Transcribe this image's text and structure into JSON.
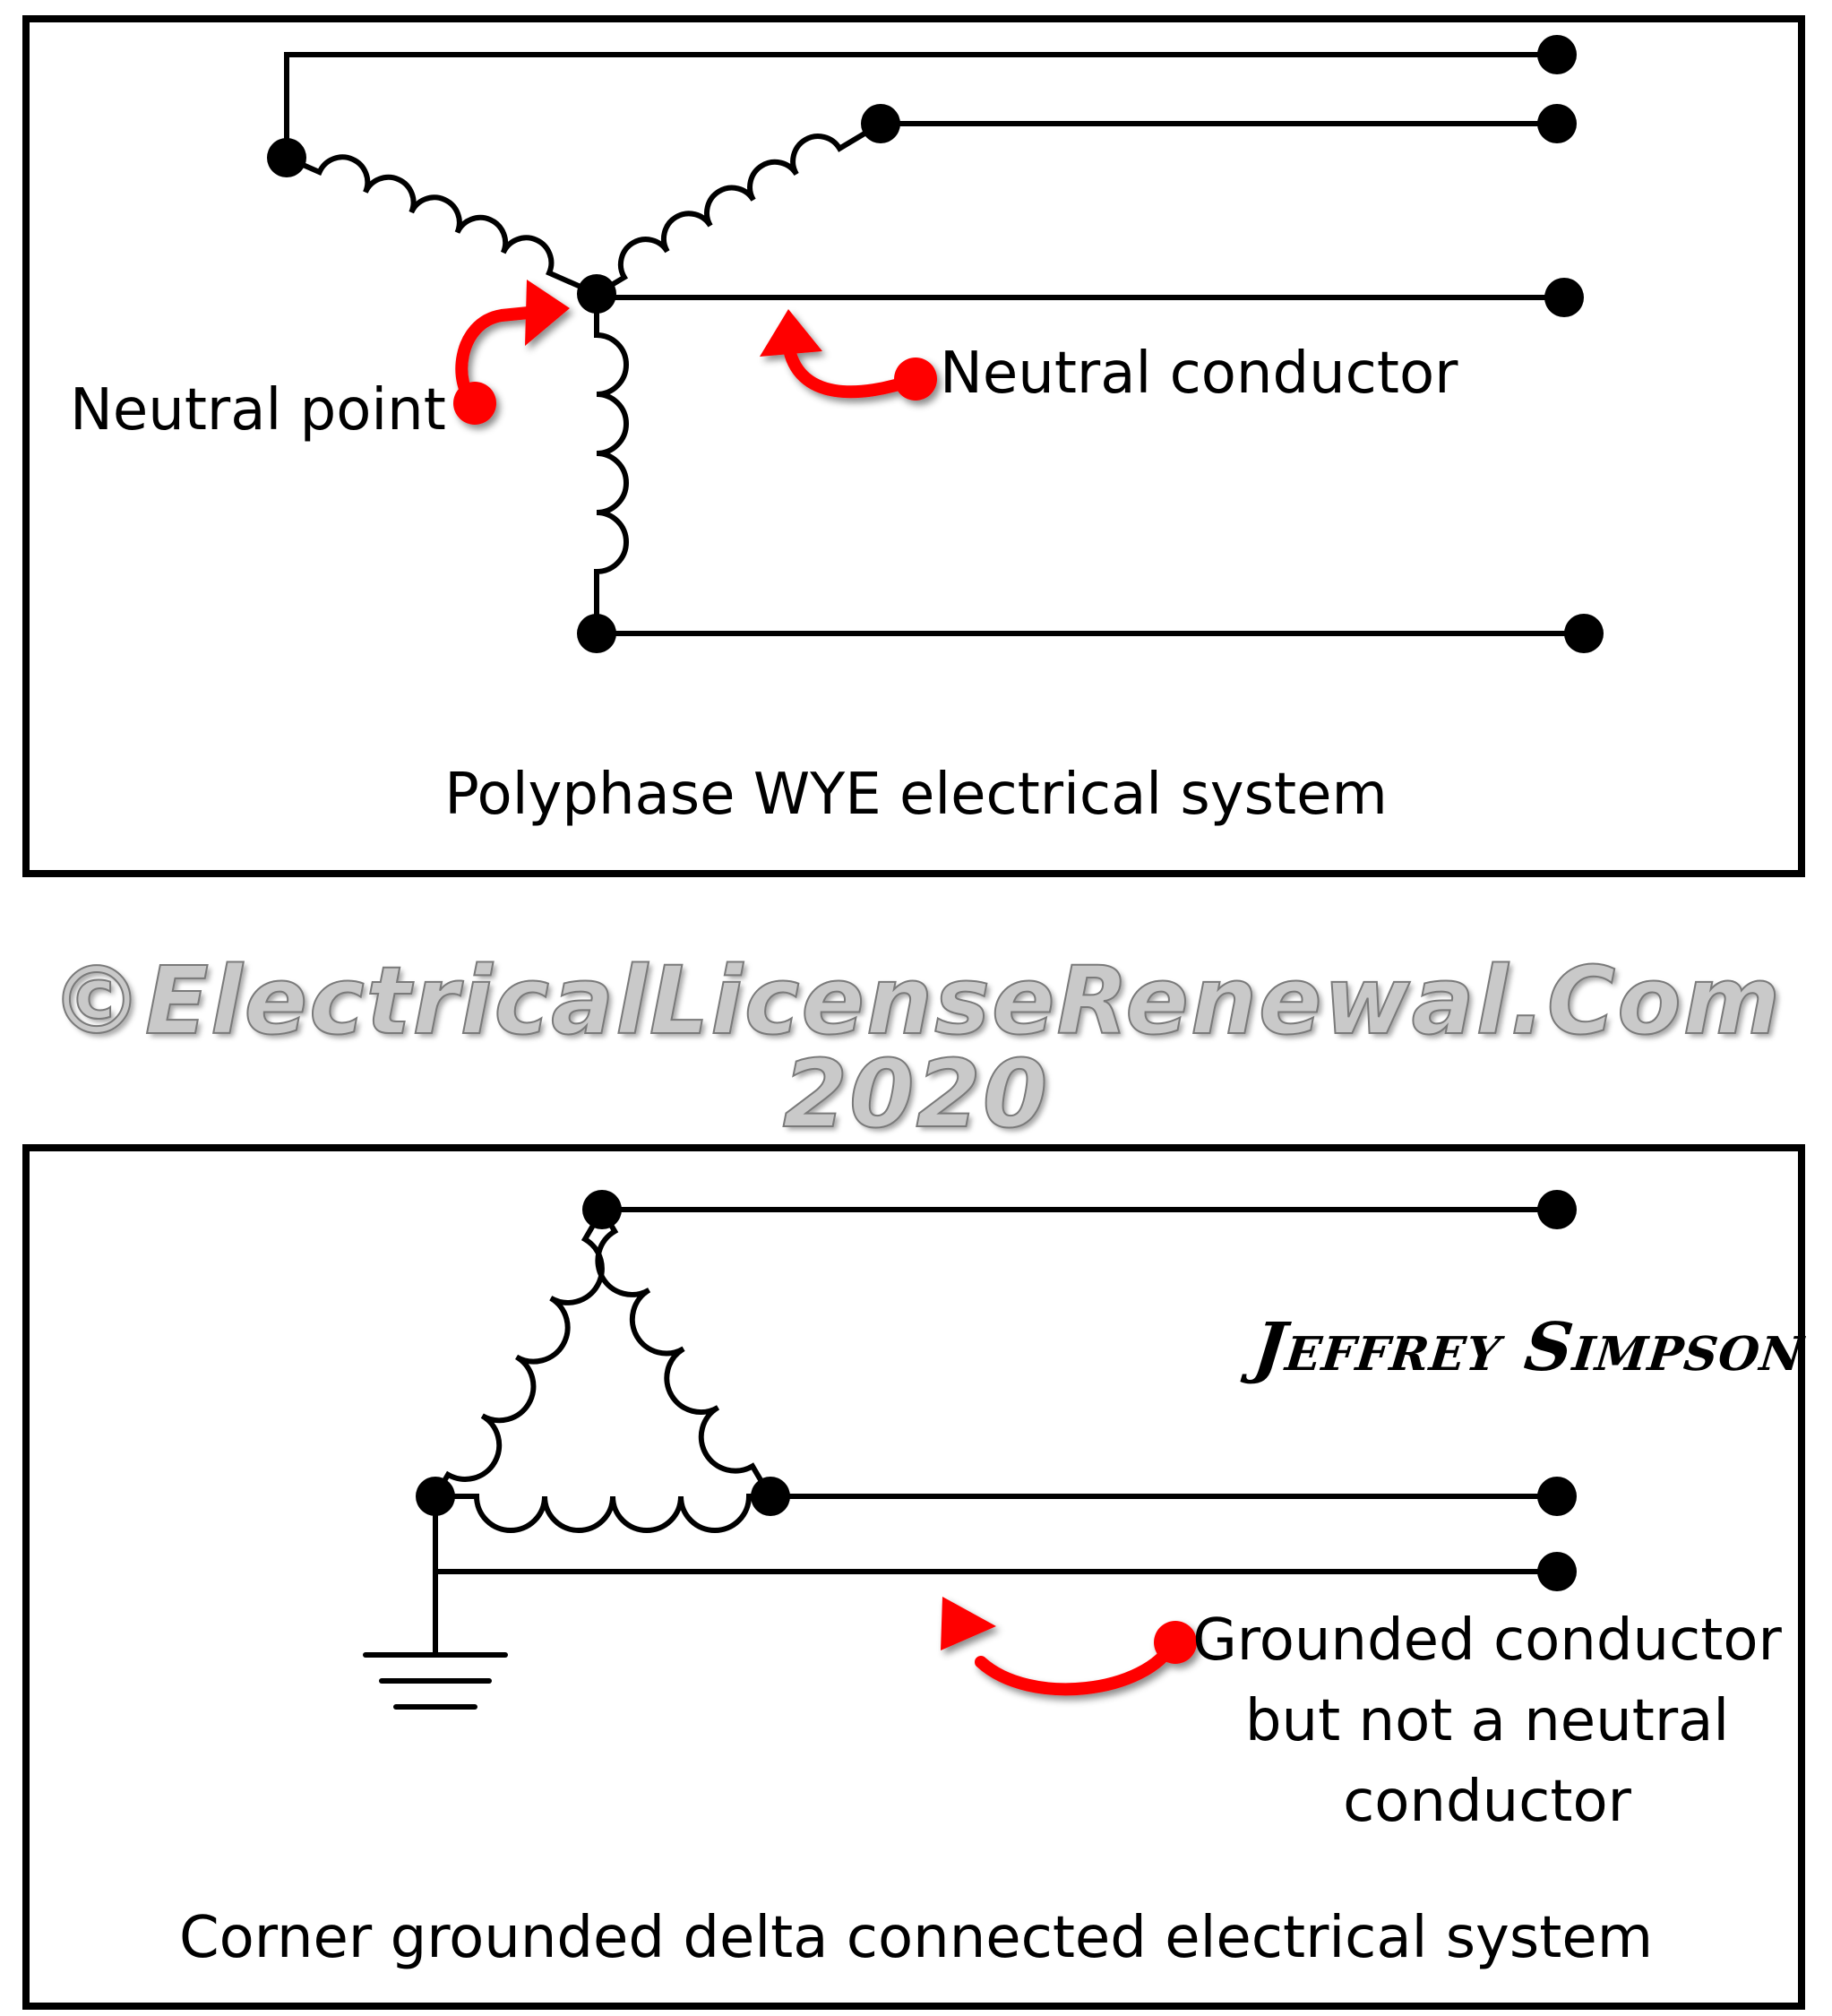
{
  "wye": {
    "caption": "Polyphase WYE electrical system",
    "neutral_point_label": "Neutral point",
    "neutral_conductor_label": "Neutral conductor"
  },
  "delta": {
    "caption": "Corner grounded delta connected electrical system",
    "grounded_label_lines": [
      "Grounded conductor",
      "but not a neutral",
      "conductor"
    ]
  },
  "watermark": "©ElectricalLicenseRenewal.Com 2020",
  "signature": "Jeffrey Simpson",
  "colors": {
    "wire": "#000000",
    "annotation_arrow": "#ff0000",
    "background": "#ffffff"
  }
}
